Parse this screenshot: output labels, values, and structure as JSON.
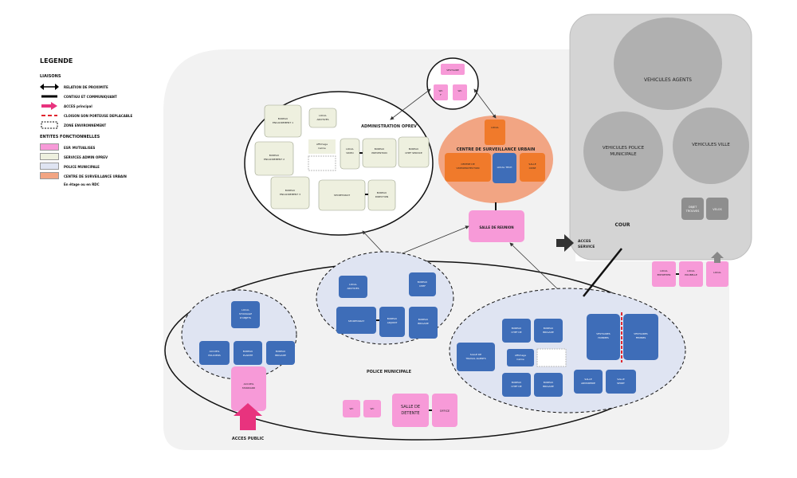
{
  "legend": {
    "title": "LEGENDE",
    "links_title": "LIAISONS",
    "links": [
      {
        "label": "RELATION DE PROXIMITE",
        "kind": "double-arrow"
      },
      {
        "label": "CONTIGU ET COMMUNIQUANT",
        "kind": "thick-line"
      },
      {
        "label": "ACCES principal",
        "kind": "pink-arrow"
      },
      {
        "label": "CLOISON SON PORTEUSE DEPLACABLE",
        "kind": "red-dash"
      },
      {
        "label": "ZONE ENVIRONNEMENT",
        "kind": "dotted-box"
      }
    ],
    "entities_title": "ENTITES FONCTIONNELLES",
    "entities": [
      {
        "label": "ESP. MUTUALISES",
        "color": "#f79ad8"
      },
      {
        "label": "SERVICES ADMIN OPREV",
        "color": "#eef0df"
      },
      {
        "label": "POLICE MUNICIPALE",
        "color": "#dfe4f2"
      },
      {
        "label": "CENTRE DE SURVEILLANCE URBAIN",
        "color": "#f2a583"
      }
    ],
    "entities_note": "En étage ou en RDC"
  },
  "vehicles": {
    "agents": "VEHICULES AGENTS",
    "police_line1": "VEHICULES POLICE",
    "police_line2": "MUNICIPALE",
    "city": "VEHICULES VILLE",
    "cour": "COUR",
    "small1_line1": "OBJET",
    "small1_line2": "TROUVES",
    "small2": "VELOS"
  },
  "access": {
    "service_line1": "ACCES",
    "service_line2": "SERVICE",
    "public": "ACCES PUBLIC"
  },
  "top_group": {
    "top": "VESTIAIRE",
    "wc1": "WC",
    "wc2": "WC",
    "sub": "F"
  },
  "admin": {
    "title": "ADMINISTRATION OPREV",
    "rooms": [
      {
        "id": "b1",
        "line1": "BUREAU",
        "line2": "ENCADREMENT 1"
      },
      {
        "id": "b2",
        "line1": "BUREAU",
        "line2": "ENCADREMENT 2"
      },
      {
        "id": "b3",
        "line1": "BUREAU",
        "line2": "ENCADREMENT 3"
      },
      {
        "id": "loc",
        "line1": "LOCAL",
        "line2": "ARCHIVES"
      },
      {
        "id": "acc",
        "line1": "Affichage",
        "line2": "Calme"
      },
      {
        "id": "lv",
        "line1": "LOCAL",
        "line2": "VIDEO"
      },
      {
        "id": "bp",
        "line1": "BUREAU",
        "line2": "PREVENTION"
      },
      {
        "id": "bc",
        "line1": "BUREAU",
        "line2": "CHEF SERVICE"
      },
      {
        "id": "sec",
        "line1": "SECRETARIAT",
        "line2": ""
      },
      {
        "id": "bd",
        "line1": "BUREAU",
        "line2": "DIRECTION"
      }
    ]
  },
  "csu": {
    "title": "CENTRE DE SURVEILLANCE URBAIN",
    "top": "LOCAL",
    "left_line1": "CENTRE DE",
    "left_line2": "VIDEOPROTECTION",
    "mid": "LOCAL TECH",
    "right_line1": "SALLE",
    "right_line2": "CRISE"
  },
  "reunion": "SALLE DE REUNION",
  "police": {
    "title": "POLICE MUNICIPALE",
    "left_top_line1": "LOCAL",
    "left_top_line2": "STOCKAGE",
    "left_top_line3": "D'OBJETS",
    "left_b1_line1": "ACCUEIL",
    "left_b1_line2": "POLICIERS",
    "left_b2_line1": "BUREAU",
    "left_b2_line2": "PLAINTE",
    "left_b3_line1": "BUREAU",
    "left_b3_line2": "BRIGADE",
    "accueil_line1": "ACCUEIL",
    "accueil_line2": "STANDARD",
    "mid_tl_line1": "LOCAL",
    "mid_tl_line2": "ARCHIVES",
    "mid_tr_line1": "BUREAU",
    "mid_tr_line2": "CHEF",
    "mid_l": "SECRETARIAT",
    "mid_c_line1": "BUREAU",
    "mid_c_line2": "ADJOINT",
    "mid_r_line1": "BUREAU",
    "mid_r_line2": "BRIGADE",
    "right_salle_line1": "SALLE DE",
    "right_salle_line2": "TRAVAIL AGENTS",
    "right_b1_line1": "BUREAU",
    "right_b1_line2": "CHEF DE",
    "right_b2_line1": "BUREAU",
    "right_b2_line2": "BRIGADE",
    "right_aff_line1": "Affichage",
    "right_aff_line2": "Calme",
    "right_b3_line1": "BUREAU",
    "right_b3_line2": "CHEF DE",
    "right_b4_line1": "BUREAU",
    "right_b4_line2": "BRIGADE",
    "vest1_line1": "VESTIAIRES",
    "vest1_line2": "HOMMES",
    "vest2_line1": "VESTIAIRES",
    "vest2_line2": "FEMMES",
    "armurerie_line1": "SALLE",
    "armurerie_line2": "ARMURERIE",
    "sport_line1": "SALLE",
    "sport_line2": "SPORT"
  },
  "bottom": {
    "wc1": "WC",
    "wc2": "WC",
    "detente_line1": "SALLE DE",
    "detente_line2": "DETENTE",
    "office": "OFFICE"
  },
  "right_small": {
    "a_line1": "LOCAL",
    "a_line2": "ENTRETIEN",
    "b_line1": "LOCAL",
    "b_line2": "POUBELLE",
    "c": "LOCAL"
  }
}
